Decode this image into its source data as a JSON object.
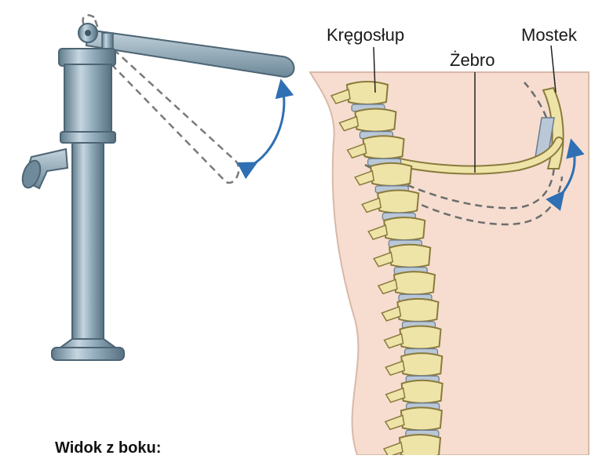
{
  "labels": {
    "spine": "Kręgosłup",
    "rib": "Żebro",
    "sternum": "Mostek"
  },
  "caption": "Widok z boku:",
  "colors": {
    "pump_metal": "#8fa9b8",
    "skin": "#f6ddd0",
    "bone": "#efe4a8",
    "disc": "#b9c7d6",
    "arrow": "#2f6fb3"
  }
}
